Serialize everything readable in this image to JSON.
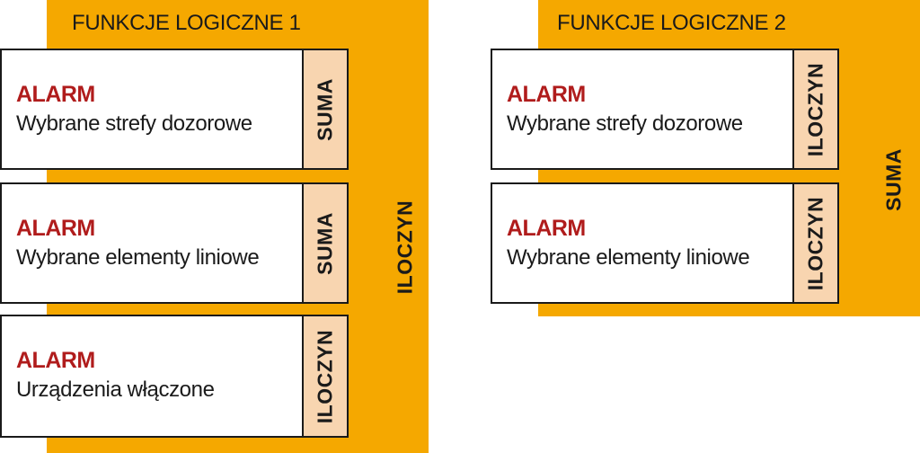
{
  "functions": [
    {
      "title": "FUNKCJE LOGICZNE 1",
      "combine_label": "ILOCZYN",
      "conditions": [
        {
          "alarm": "ALARM",
          "description": "Wybrane strefy dozorowe",
          "operator": "SUMA"
        },
        {
          "alarm": "ALARM",
          "description": "Wybrane elementy liniowe",
          "operator": "SUMA"
        },
        {
          "alarm": "ALARM",
          "description": "Urządzenia włączone",
          "operator": "ILOCZYN"
        }
      ]
    },
    {
      "title": "FUNKCJE LOGICZNE 2",
      "combine_label": "SUMA",
      "conditions": [
        {
          "alarm": "ALARM",
          "description": "Wybrane strefy dozorowe",
          "operator": "ILOCZYN"
        },
        {
          "alarm": "ALARM",
          "description": "Wybrane elementy liniowe",
          "operator": "ILOCZYN"
        }
      ]
    }
  ],
  "colors": {
    "panel_fill": "#f5a800",
    "operator_fill": "#f8d5b0",
    "alarm_text": "#b01c1c",
    "border": "#1a1a1a"
  }
}
